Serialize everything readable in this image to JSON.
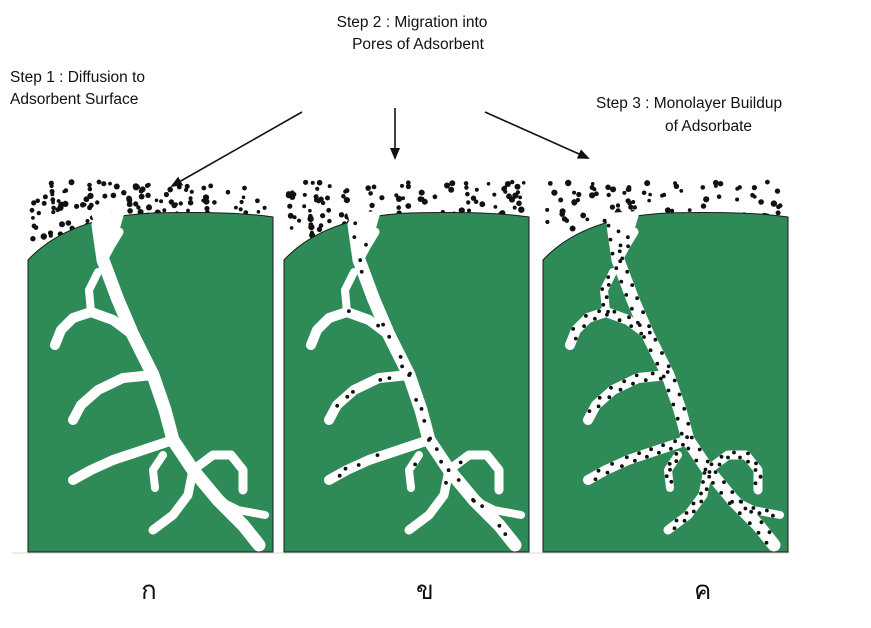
{
  "steps": [
    {
      "line1": "Step 1 :  Diffusion to",
      "line2": "Adsorbent Surface"
    },
    {
      "line1": "Step 2 :  Migration into",
      "line2": "Pores of Adsorbent"
    },
    {
      "line1": "Step 3 :  Monolayer Buildup",
      "line2": "of Adsorbate"
    }
  ],
  "panel_markers": [
    "ก",
    "ข",
    "ค"
  ],
  "colors": {
    "adsorbent": "#2e8b57",
    "pore": "#ffffff",
    "molecule": "#111111",
    "outline": "#1a1a1a"
  }
}
